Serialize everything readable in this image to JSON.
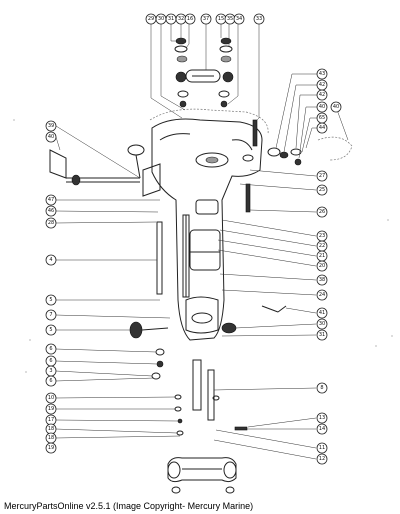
{
  "callouts_top": [
    "29",
    "30",
    "31",
    "32",
    "16",
    "37",
    "15",
    "35",
    "34",
    "33"
  ],
  "callouts_right_top": [
    "43",
    "42",
    "42",
    "40",
    "65",
    "44",
    "40"
  ],
  "callouts_left": [
    "39",
    "40",
    "47",
    "46",
    "28",
    "4",
    "5",
    "7",
    "5",
    "6",
    "6",
    "3",
    "6",
    "10",
    "19",
    "17",
    "18",
    "18",
    "19"
  ],
  "callouts_right": [
    "27",
    "25",
    "26",
    "23",
    "22",
    "21",
    "20",
    "38",
    "24",
    "41",
    "30",
    "31",
    "8",
    "13",
    "14",
    "11",
    "12"
  ],
  "footer": "MercuryPartsOnline v2.5.1 (Image Copyright- Mercury Marine)"
}
